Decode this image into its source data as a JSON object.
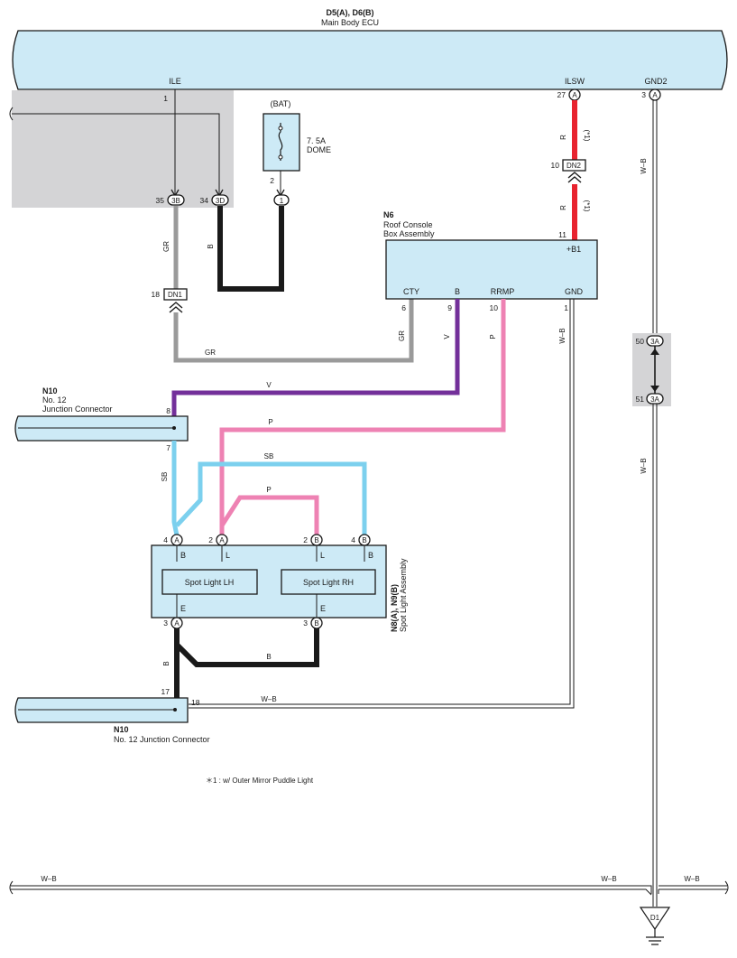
{
  "ecu": {
    "code": "D5(A), D6(B)",
    "name": "Main Body ECU",
    "pins": {
      "ile": "ILE",
      "ilsw": "ILSW",
      "gnd2": "GND2"
    },
    "pin_numbers": {
      "ile": "1",
      "ilsw": "27",
      "gnd2": "3"
    },
    "pin_letters": {
      "ilsw": "A",
      "gnd2": "A"
    }
  },
  "fuse": {
    "source": "(BAT)",
    "rating": "7. 5A",
    "name": "DOME",
    "pin_number": "2",
    "conn_label": "1"
  },
  "ecu_lower": {
    "left_pin_number": "35",
    "left_conn": "3B",
    "right_pin_number": "34",
    "right_conn": "3D"
  },
  "roof_console": {
    "code": "N6",
    "name_line1": "Roof Console",
    "name_line2": "Box Assembly",
    "pins": {
      "b1": "+B1",
      "cty": "CTY",
      "b": "B",
      "rrmp": "RRMP",
      "gnd": "GND"
    },
    "pin_numbers": {
      "b1": "11",
      "cty": "6",
      "b": "9",
      "rrmp": "10",
      "gnd": "1"
    }
  },
  "junction_dn2": {
    "pin_number": "10",
    "label": "DN2"
  },
  "junction_dn1": {
    "pin_number": "18",
    "label": "DN1"
  },
  "junction_3a": {
    "top_pin": "50",
    "bottom_pin": "51",
    "label": "3A"
  },
  "junction_n10_top": {
    "code": "N10",
    "line1": "No.  12",
    "line2": "Junction Connector",
    "pin_top": "8",
    "pin_bottom": "7"
  },
  "junction_n10_bottom": {
    "code": "N10",
    "name": "No.  12 Junction Connector",
    "pin_left": "17",
    "pin_right": "18"
  },
  "spot_light": {
    "code": "N8(A), N9(B)",
    "name": "Spot Light Assembly",
    "lh_label": "Spot Light LH",
    "rh_label": "Spot Light RH",
    "top_pins": [
      {
        "number": "4",
        "letter": "A",
        "func": "B"
      },
      {
        "number": "2",
        "letter": "A",
        "func": "L"
      },
      {
        "number": "2",
        "letter": "B",
        "func": "L"
      },
      {
        "number": "4",
        "letter": "B",
        "func": "B"
      }
    ],
    "bottom_pins": [
      {
        "number": "3",
        "letter": "A",
        "func": "E"
      },
      {
        "number": "3",
        "letter": "B",
        "func": "E"
      }
    ]
  },
  "wire_labels": {
    "gr": "GR",
    "b": "B",
    "r": "R",
    "star1": "(*1)",
    "v": "V",
    "p": "P",
    "sb": "SB",
    "wb": "W–B"
  },
  "ground": {
    "label": "D1"
  },
  "footnote": "＊1 : w/ Outer Mirror Puddle Light",
  "colors": {
    "connector_fill": "#cdeaf6",
    "ecu_shade": "#d4d4d6",
    "wire_gr": "#9a9a9a",
    "wire_b": "#1a1a1a",
    "wire_r": "#e8232f",
    "wire_v": "#73309a",
    "wire_p": "#ee82b3",
    "wire_sb": "#7cd0ee",
    "wire_wb": "#1a1a1a"
  }
}
